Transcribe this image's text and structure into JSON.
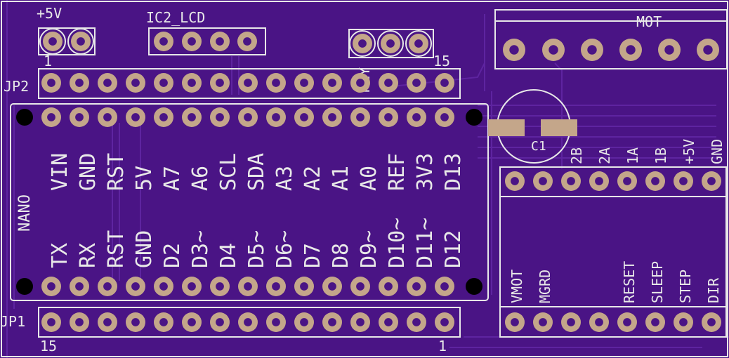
{
  "pcb": {
    "colors": {
      "board": "#4a1485",
      "pad": "#c4a68a",
      "silk": "#e8e8e8",
      "hole": "#000000"
    },
    "labels": {
      "plus5v": "+5V",
      "ic2_lcd": "IC2_LCD",
      "mot": "MOT",
      "jp2": "JP2",
      "jp1": "JP1",
      "jp2_pin1": "1",
      "jp2_pin15": "15",
      "jp1_pin15": "15",
      "jp1_pin1": "1",
      "key": "KEY",
      "nano": "NANO",
      "c1": "C1"
    },
    "nano_top_pins": [
      "VIN",
      "GND",
      "RST",
      "5V",
      "A7",
      "A6",
      "SCL",
      "SDA",
      "A3",
      "A2",
      "A1",
      "A0",
      "REF",
      "3V3",
      "D13"
    ],
    "nano_bottom_pins": [
      "TX",
      "RX",
      "RST",
      "GND",
      "D2",
      "D3~",
      "D4",
      "D5~",
      "D6~",
      "D7",
      "D8",
      "D9~",
      "D10~",
      "D11~",
      "D12"
    ],
    "driver_top_pins": [
      "2B",
      "2A",
      "1A",
      "1B",
      "+5V",
      "GND"
    ],
    "driver_bottom_pins": [
      "VMOT",
      "MGRD",
      "RESET",
      "SLEEP",
      "STEP",
      "DIR"
    ]
  }
}
